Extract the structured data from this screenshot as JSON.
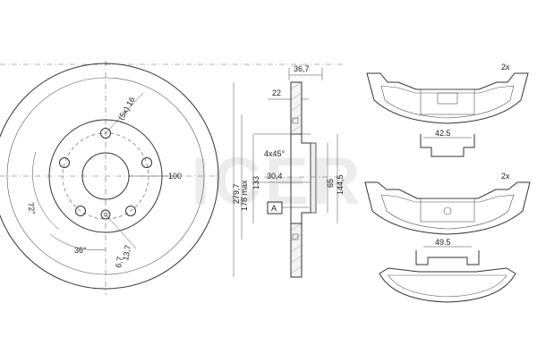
{
  "watermark": "ICER",
  "disc_front": {
    "bolt_hole_label": "(5x) 16",
    "center_bore_label": "100",
    "angle_large": "72°",
    "angle_small": "36°",
    "hole_dia_1": "13,7",
    "hole_dia_2": "6,7"
  },
  "disc_section": {
    "total_width": "36,7",
    "hat_depth": "22",
    "chamfer": "4x45°",
    "flange_width": "30,4",
    "outer_dia": "279,7",
    "pad_track_dia": "178 max",
    "hub_dia": "133",
    "bore_dia": "65",
    "pcd_dia": "144,5",
    "datum": "A"
  },
  "pads": {
    "top": {
      "qty": "2x",
      "width": "42.5"
    },
    "bottom": {
      "qty": "2x",
      "width": "49.5"
    }
  }
}
